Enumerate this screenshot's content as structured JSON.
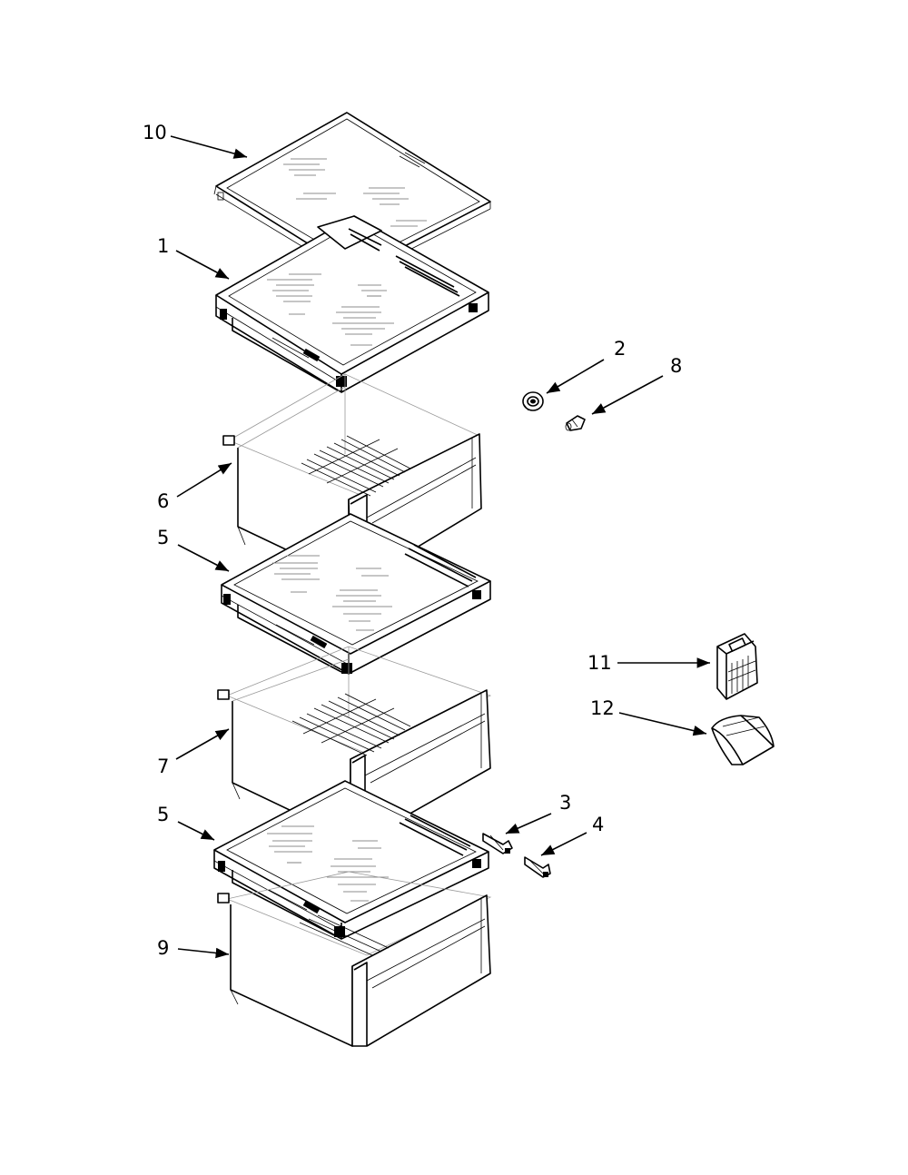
{
  "callouts": [
    {
      "id": "10",
      "text": "10"
    },
    {
      "id": "1",
      "text": "1"
    },
    {
      "id": "2",
      "text": "2"
    },
    {
      "id": "8",
      "text": "8"
    },
    {
      "id": "6",
      "text": "6"
    },
    {
      "id": "5a",
      "text": "5"
    },
    {
      "id": "11",
      "text": "11"
    },
    {
      "id": "12",
      "text": "12"
    },
    {
      "id": "7",
      "text": "7"
    },
    {
      "id": "3",
      "text": "3"
    },
    {
      "id": "4",
      "text": "4"
    },
    {
      "id": "5b",
      "text": "5"
    },
    {
      "id": "9",
      "text": "9"
    }
  ]
}
